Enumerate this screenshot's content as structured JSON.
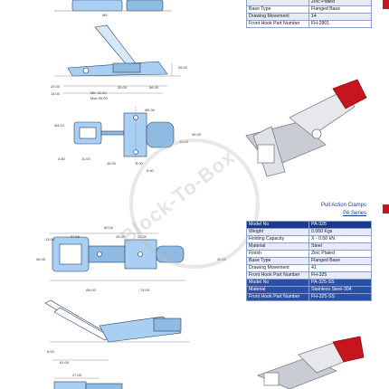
{
  "top_table": {
    "rows": [
      {
        "key": "",
        "value": "Zinc Plated",
        "style": "alt"
      },
      {
        "key": "Base Type",
        "value": "Flanged Base",
        "style": ""
      },
      {
        "key": "Drawing Movement",
        "value": "14",
        "style": "alt"
      },
      {
        "key": "Front Hook Part Number",
        "value": "FH-2801",
        "style": ""
      }
    ]
  },
  "series": {
    "title": "Pull Action Clamps",
    "subtitle": "PA Series"
  },
  "bottom_table": {
    "rows": [
      {
        "key": "Model No",
        "value": "PA-325",
        "style": "hdr"
      },
      {
        "key": "Weight",
        "value": "0.060 Kgs",
        "style": "alt"
      },
      {
        "key": "Holding Capacity",
        "value": "X - 0.50 kN",
        "style": ""
      },
      {
        "key": "Material",
        "value": "Steel",
        "style": "alt"
      },
      {
        "key": "Finish",
        "value": "Zinc Plated",
        "style": ""
      },
      {
        "key": "Base Type",
        "value": "Flanged Base",
        "style": "alt"
      },
      {
        "key": "Drawing Movement",
        "value": "41",
        "style": ""
      },
      {
        "key": "Front Hook Part Number",
        "value": "FH-325",
        "style": "alt"
      },
      {
        "key": "Model No",
        "value": "PA-325-SS",
        "style": "ss"
      },
      {
        "key": "Material",
        "value": "Stainless Steel-304",
        "style": "ss"
      },
      {
        "key": "Front Hook Part Number",
        "value": "FH-325-SS",
        "style": "ss"
      }
    ]
  },
  "watermark": "Block-To-Box",
  "dimensions_top": [
    "M5",
    "26.00",
    "20.00",
    "14.00",
    "35.00",
    "56.00",
    "Min 31.00",
    "Max 55.00",
    "Ø4.10",
    "Ø5.00",
    "4.50",
    "11.00",
    "18.50",
    "8.00",
    "9.00",
    "18.00",
    "36.00"
  ],
  "dimensions_bottom": [
    "50.00",
    "27.00",
    "26.00",
    "25.50",
    "36.00",
    "30.00",
    "13.00",
    "Ø4.00",
    "74.00",
    "6.00",
    "61.00",
    "27.00"
  ],
  "colors": {
    "accent": "#1b3a8c",
    "red": "#c4161c",
    "part_blue": "#9ec6ee"
  }
}
